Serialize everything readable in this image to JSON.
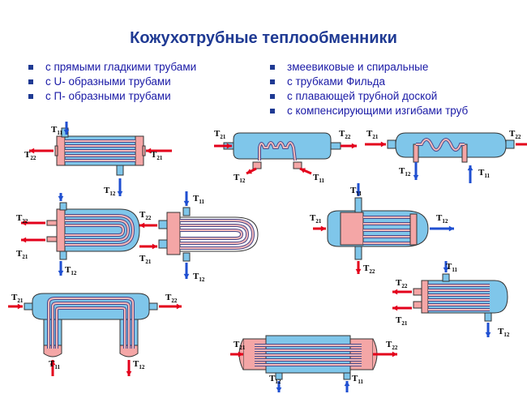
{
  "title": "Кожухотрубные теплообменники",
  "bullets_left": [
    "с прямыми гладкими трубами",
    "с U- образными трубами",
    "с П- образными трубами"
  ],
  "bullets_right": [
    "змеевиковые и спиральные",
    "с трубками Фильда",
    "с плавающей трубной доской",
    "с компенсирующими изгибами труб"
  ],
  "labels": {
    "t11": "T11",
    "t12": "T12",
    "t21": "T21",
    "t22": "T22"
  },
  "colors": {
    "shell": "#7fc6ea",
    "head": "#f4a6a6",
    "tube": "#f6b9b9",
    "tube_dark": "#4a4a8a",
    "arrow_red": "#e3001b",
    "arrow_blue": "#1f4fd1",
    "text_blue": "#1f3a93"
  }
}
